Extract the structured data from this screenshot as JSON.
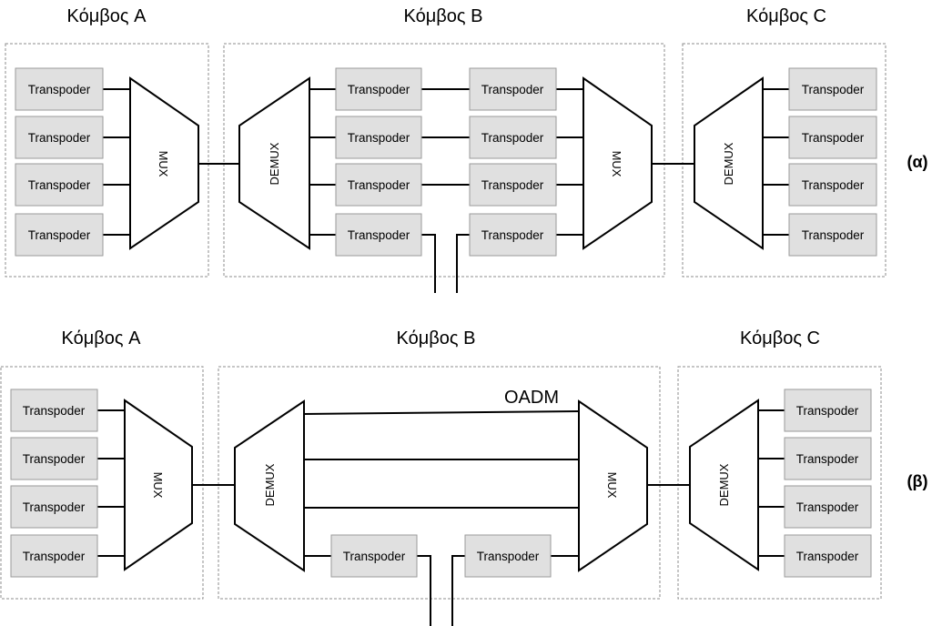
{
  "part_a": {
    "label": "(α)",
    "node_a_title": "Κόμβος A",
    "node_b_title": "Κόμβος B",
    "node_c_title": "Κόμβος C",
    "transponder_label": "Transpoder",
    "mux_label": "MUX",
    "demux_label": "DEMUX"
  },
  "part_b": {
    "label": "(β)",
    "node_a_title": "Κόμβος A",
    "node_b_title": "Κόμβος B",
    "node_c_title": "Κόμβος C",
    "oadm_label": "OADM",
    "transponder_label": "Transpoder",
    "mux_label": "MUX",
    "demux_label": "DEMUX"
  }
}
